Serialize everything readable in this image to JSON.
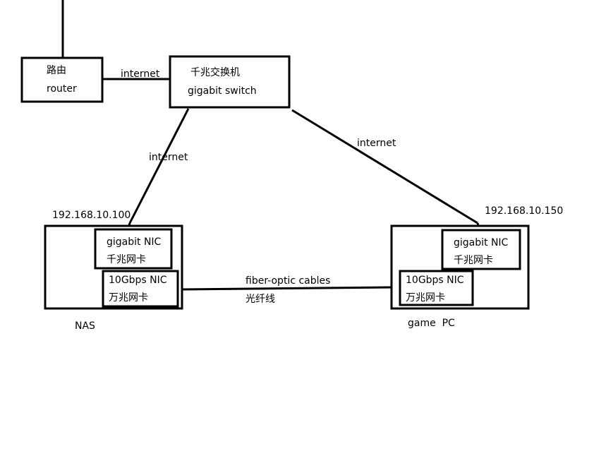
{
  "router": {
    "label_cn": "路由",
    "label_en": "router"
  },
  "switch": {
    "label_cn": "千兆交换机",
    "label_en": "gigabit switch"
  },
  "links": {
    "router_switch": "internet",
    "switch_nas": "internet",
    "switch_pc": "internet",
    "fiber_en": "fiber-optic cables",
    "fiber_cn": "光纤线"
  },
  "nas": {
    "name": "NAS",
    "ip": "192.168.10.100",
    "gigabit_nic": {
      "en": "gigabit NIC",
      "cn": "千兆网卡"
    },
    "tengig_nic": {
      "en": "10Gbps NIC",
      "cn": "万兆网卡"
    }
  },
  "pc": {
    "name": "game  PC",
    "ip": "192.168.10.150",
    "gigabit_nic": {
      "en": "gigabit NIC",
      "cn": "千兆网卡"
    },
    "tengig_nic": {
      "en": "10Gbps NIC",
      "cn": "万兆网卡"
    }
  }
}
